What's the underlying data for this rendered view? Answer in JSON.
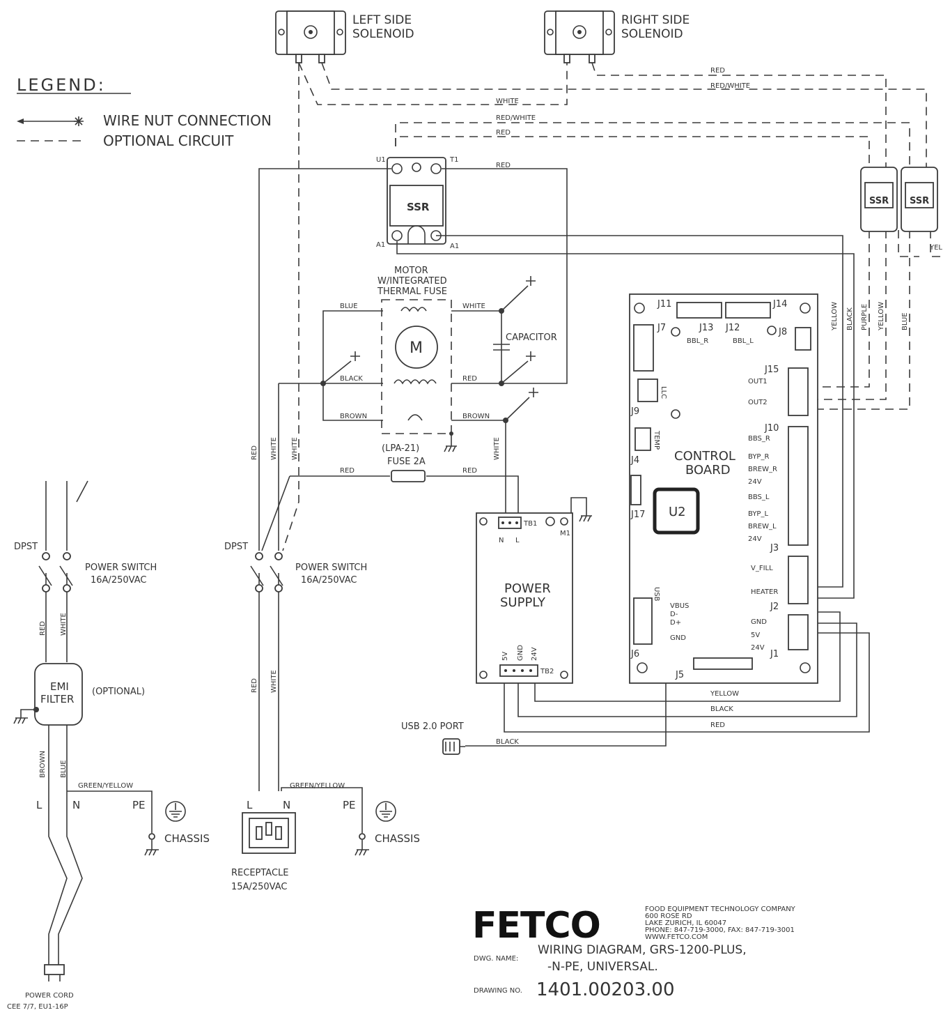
{
  "legend": {
    "title": "LEGEND:",
    "wire_nut": "WIRE NUT CONNECTION",
    "optional": "OPTIONAL CIRCUIT"
  },
  "solenoids": {
    "left": [
      "LEFT SIDE",
      "SOLENOID"
    ],
    "right": [
      "RIGHT SIDE",
      "SOLENOID"
    ]
  },
  "ssr": {
    "label": "SSR",
    "u1": "U1",
    "t1": "T1",
    "a1": "A1",
    "a2": "A1",
    "small1": "SSR",
    "small2": "SSR"
  },
  "motor": {
    "title": [
      "MOTOR",
      "W/INTEGRATED",
      "THERMAL FUSE"
    ],
    "symbol": "M",
    "capacitor": "CAPACITOR"
  },
  "fuse": [
    "(LPA-21)",
    "FUSE 2A"
  ],
  "wires": {
    "red": "RED",
    "white": "WHITE",
    "red_white": "RED/WHITE",
    "blue": "BLUE",
    "black": "BLACK",
    "brown": "BROWN",
    "yellow": "YELLOW",
    "purple": "PURPLE",
    "yel": "YEL",
    "green_yellow": "GREEN/YELLOW"
  },
  "power_supply": {
    "title": [
      "POWER",
      "SUPPLY"
    ],
    "tb1": "TB1",
    "tb2": "TB2",
    "m1": "M1",
    "n": "N",
    "l": "L",
    "v5": "5V",
    "gnd": "GND",
    "v24": "24V"
  },
  "control_board": {
    "title": [
      "CONTROL",
      "BOARD"
    ],
    "u2": "U2",
    "connectors": [
      "J11",
      "J14",
      "J7",
      "J13",
      "J12",
      "J8",
      "J9",
      "J4",
      "J17",
      "J6",
      "J5",
      "J15",
      "J10",
      "J3",
      "J2",
      "J1"
    ],
    "j13_label": "BBL_R",
    "j12_label": "BBL_L",
    "llc": "LLC",
    "temp": "TEMP",
    "usb": "USB",
    "out1": "OUT1",
    "out2": "OUT2",
    "j10_pins": [
      "BBS_R",
      "BYP_R",
      "BREW_R",
      "24V",
      "BBS_L",
      "BYP_L",
      "BREW_L",
      "24V"
    ],
    "v_fill": "V_FILL",
    "heater": "HEATER",
    "j1_pins": [
      "GND",
      "5V",
      "24V"
    ],
    "usb_pins": [
      "VBUS",
      "D-",
      "D+",
      "GND"
    ]
  },
  "switches": {
    "dpst": "DPST",
    "power_switch": [
      "POWER SWITCH",
      "16A/250VAC"
    ]
  },
  "emi": {
    "label": [
      "EMI",
      "FILTER"
    ],
    "optional": "(OPTIONAL)"
  },
  "terminals": {
    "l": "L",
    "n": "N",
    "pe": "PE",
    "chassis": "CHASSIS"
  },
  "receptacle": [
    "RECEPTACLE",
    "15A/250VAC"
  ],
  "power_cord": [
    "POWER CORD",
    "CEE 7/7, EU1-16P"
  ],
  "usb_port": "USB 2.0 PORT",
  "title_block": {
    "logo": "FETCO",
    "company": [
      "FOOD EQUIPMENT TECHNOLOGY COMPANY",
      "600 ROSE RD",
      "LAKE ZURICH, IL 60047",
      "PHONE: 847-719-3000, FAX: 847-719-3001",
      "WWW.FETCO.COM"
    ],
    "dwg_name_label": "DWG. NAME:",
    "dwg_name": [
      "WIRING DIAGRAM, GRS-1200-PLUS,",
      "-N-PE, UNIVERSAL."
    ],
    "drawing_no_label": "DRAWING NO.",
    "drawing_no": "1401.00203.00"
  }
}
